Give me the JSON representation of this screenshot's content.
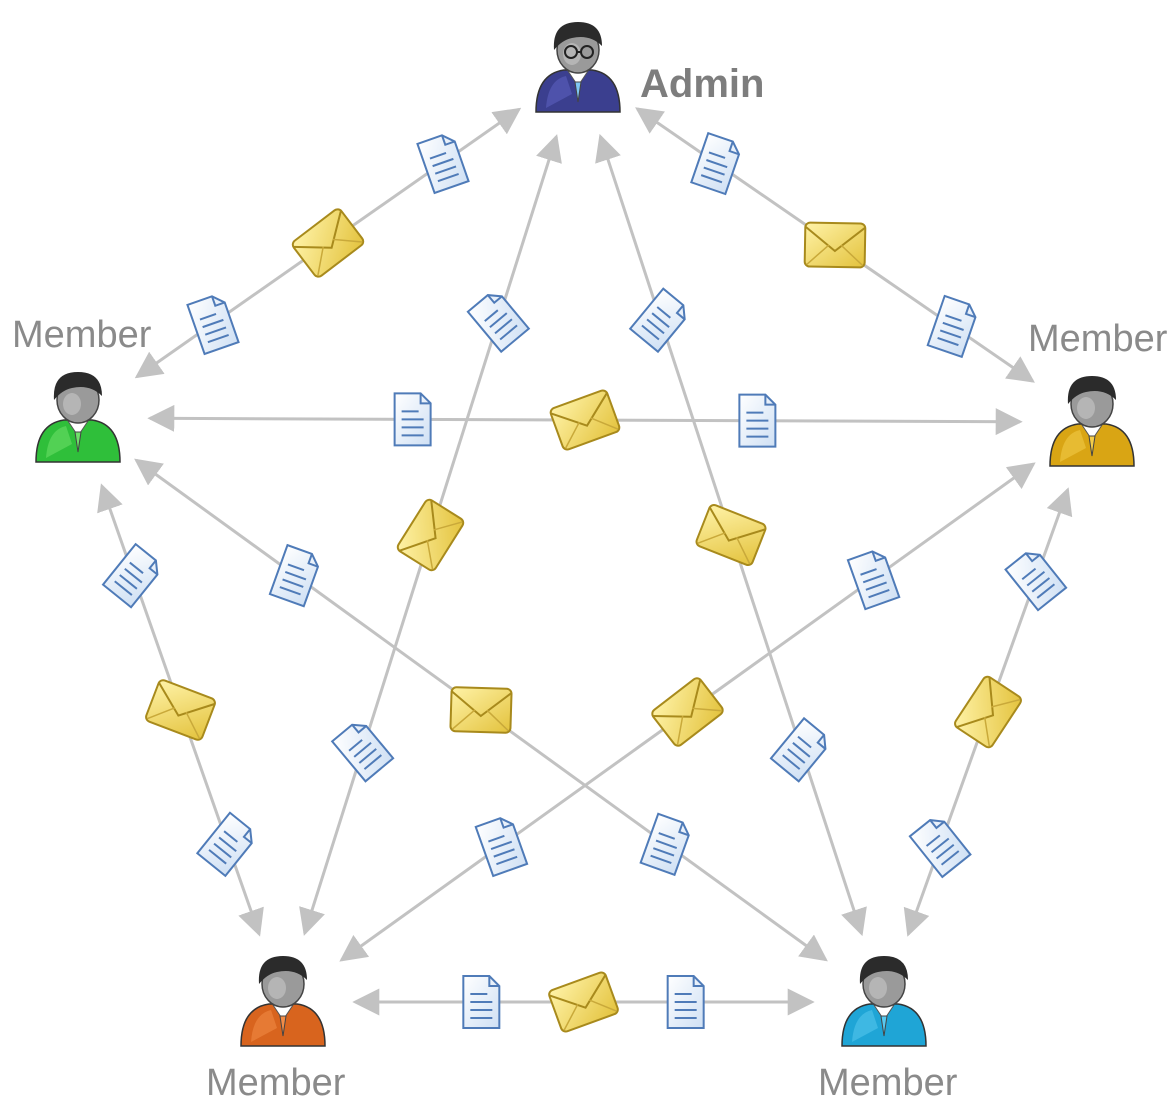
{
  "nodes": [
    {
      "id": "admin",
      "label": "Admin",
      "shirt": "#3b3f8f",
      "accent": "#5e63c2"
    },
    {
      "id": "member-left",
      "label": "Member",
      "shirt": "#2fbf3a",
      "accent": "#6fe06a"
    },
    {
      "id": "member-right",
      "label": "Member",
      "shirt": "#d9a514",
      "accent": "#f3cd4a"
    },
    {
      "id": "member-bottom-left",
      "label": "Member",
      "shirt": "#d8641e",
      "accent": "#f28c47"
    },
    {
      "id": "member-bottom-right",
      "label": "Member",
      "shirt": "#1fa5d6",
      "accent": "#58c9ef"
    }
  ],
  "links": [
    {
      "from": "admin",
      "to": "member-left"
    },
    {
      "from": "admin",
      "to": "member-right"
    },
    {
      "from": "admin",
      "to": "member-bottom-left"
    },
    {
      "from": "admin",
      "to": "member-bottom-right"
    },
    {
      "from": "member-left",
      "to": "member-right"
    },
    {
      "from": "member-left",
      "to": "member-bottom-left"
    },
    {
      "from": "member-left",
      "to": "member-bottom-right"
    },
    {
      "from": "member-right",
      "to": "member-bottom-left"
    },
    {
      "from": "member-right",
      "to": "member-bottom-right"
    },
    {
      "from": "member-bottom-left",
      "to": "member-bottom-right"
    }
  ],
  "icons": {
    "person": "person-icon",
    "envelope": "envelope-icon",
    "document": "document-icon"
  },
  "colors": {
    "arrow": "#c2c2c2",
    "envelope_fill": "#f3dc6a",
    "envelope_stroke": "#a88a1c",
    "document_fill": "#e3eefa",
    "document_stroke": "#4f7bb8"
  }
}
